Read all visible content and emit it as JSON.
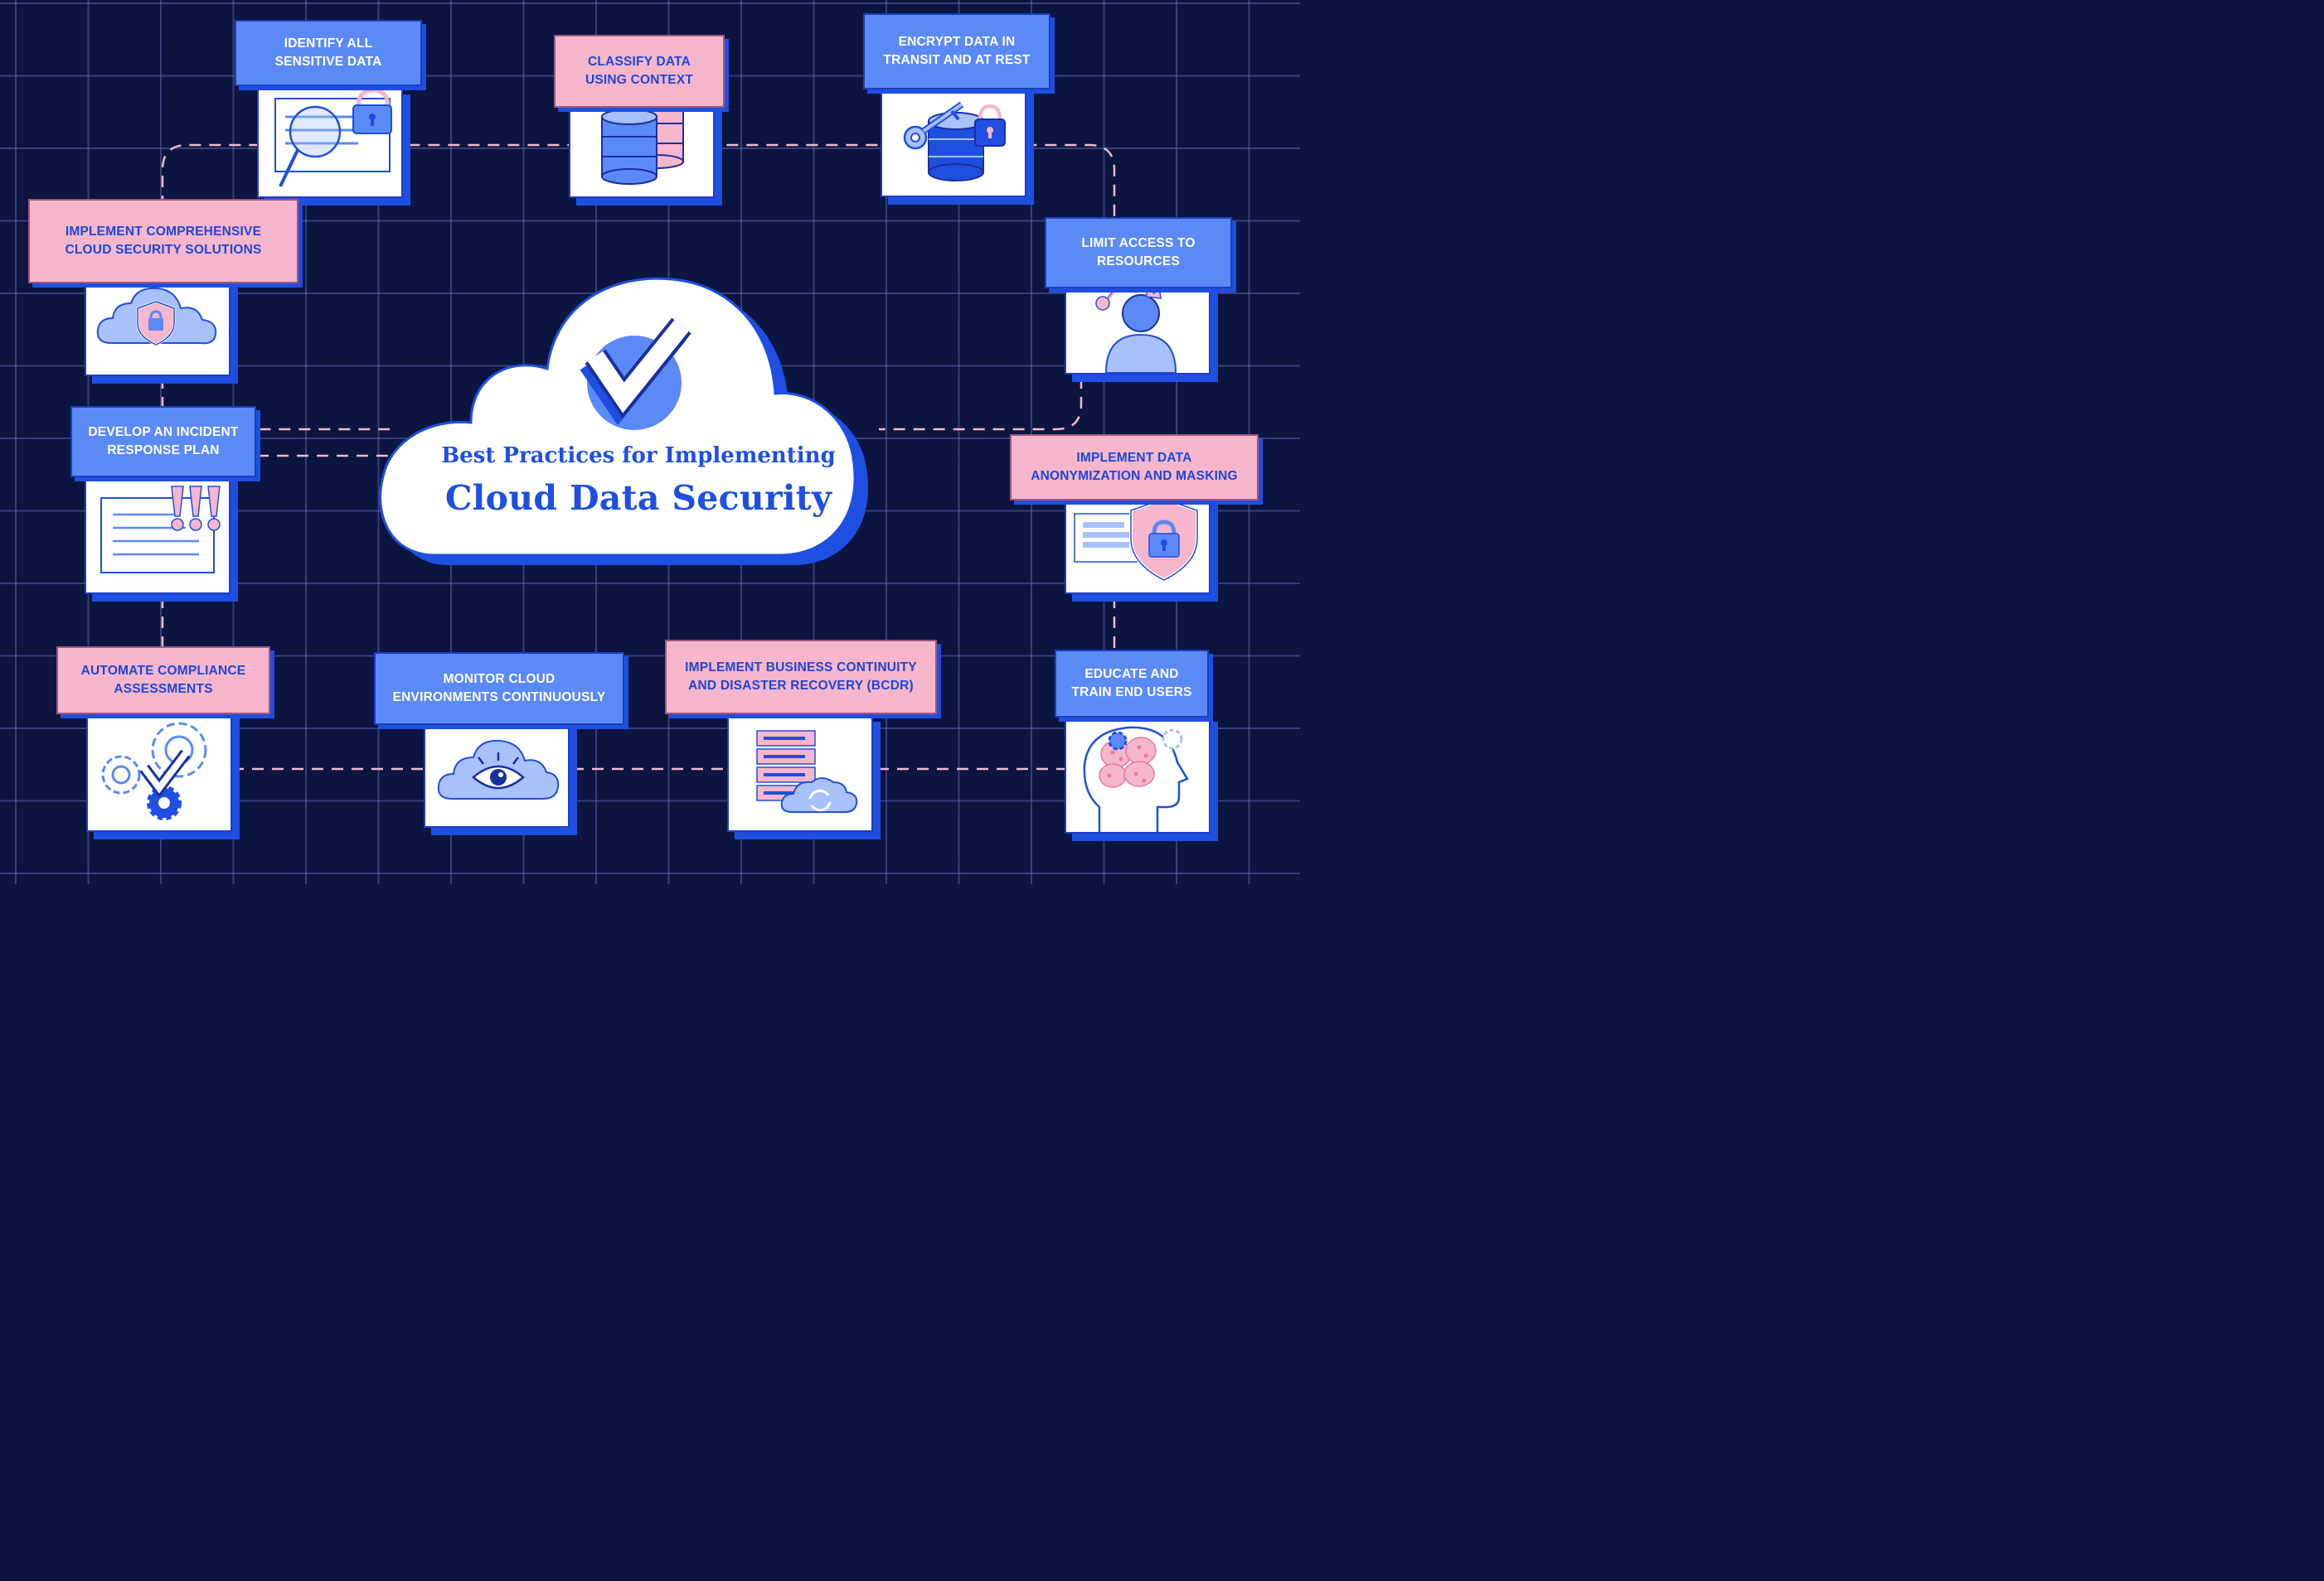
{
  "title": {
    "line1": "Best Practices for Implementing",
    "line2": "Cloud Data Security"
  },
  "colors": {
    "background": "#0b1540",
    "primary_blue": "#1f4fe0",
    "label_blue": "#5b8af7",
    "label_pink": "#f6b6cc",
    "icon_light_blue": "#a9c1fb",
    "connector": "#f3b9cf"
  },
  "practices": [
    {
      "label": "Identify all\nsensitive data",
      "style": "blue",
      "icon": "magnifier-document-lock-icon"
    },
    {
      "label": "Classify data\nusing context",
      "style": "pink",
      "icon": "database-stack-icon"
    },
    {
      "label": "Encrypt data in\ntransit and at rest",
      "style": "blue",
      "icon": "key-database-lock-icon"
    },
    {
      "label": "Implement comprehensive\ncloud security solutions",
      "style": "pink",
      "icon": "cloud-shield-lock-icon"
    },
    {
      "label": "Limit access to\nresources",
      "style": "blue",
      "icon": "user-key-crown-icon"
    },
    {
      "label": "Develop an incident\nresponse plan",
      "style": "blue",
      "icon": "alert-document-icon"
    },
    {
      "label": "Implement data\nanonymization and masking",
      "style": "pink",
      "icon": "masked-document-shield-icon"
    },
    {
      "label": "Automate compliance\nassessments",
      "style": "pink",
      "icon": "gears-checkmark-icon"
    },
    {
      "label": "Monitor cloud\nenvironments continuously",
      "style": "blue",
      "icon": "cloud-eye-icon"
    },
    {
      "label": "Implement business continuity\nand disaster recovery (BCDR)",
      "style": "pink",
      "icon": "server-cloud-sync-icon"
    },
    {
      "label": "Educate and\ntrain end users",
      "style": "blue",
      "icon": "head-brain-gears-icon"
    }
  ]
}
